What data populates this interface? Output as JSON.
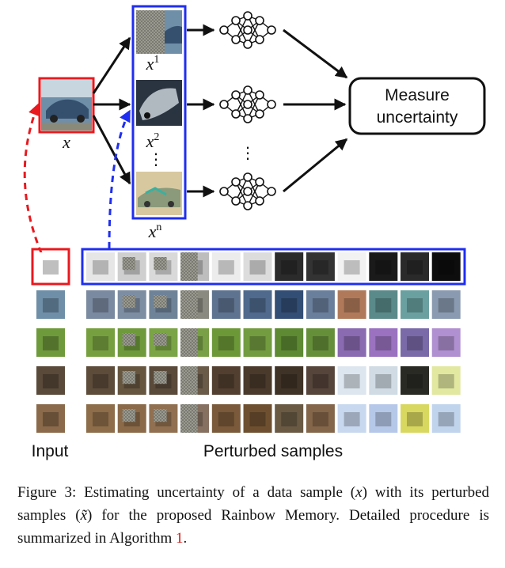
{
  "diagram": {
    "x_label": "x",
    "x1_label": "x",
    "x1_sup": "1",
    "x2_label": "x",
    "x2_sup": "2",
    "xn_label": "x",
    "xn_sup": "n",
    "vdots": "⋮",
    "measure_line1": "Measure",
    "measure_line2": "uncertainty",
    "input_label": "Input",
    "perturbed_label": "Perturbed samples"
  },
  "caption": {
    "prefix": "Figure 3: Estimating uncertainty of a data sample (",
    "var_x": "x",
    "mid1": ") with its perturbed samples (",
    "var_xtilde": "x̃",
    "mid2": ") for the proposed Rainbow Memory. Detailed procedure is summarized in Algorithm ",
    "ref": "1",
    "suffix": "."
  },
  "colors": {
    "red": "#e8191f",
    "blue": "#1f2ef0",
    "black": "#111111"
  },
  "rows": [
    {
      "name": "bird-row",
      "input": "#ffffff",
      "samples": [
        "#e6e6e6",
        "#cfcfcf",
        "#d9d9d9",
        "#bdbdbd",
        "#ececec",
        "#dcdcdc",
        "#2b2b2b",
        "#333333",
        "#f2f2f2",
        "#1a1a1a",
        "#2a2a2a",
        "#0d0d0d"
      ]
    },
    {
      "name": "car-row",
      "input": "#6f8fa8",
      "samples": [
        "#7a8aa0",
        "#7d8ea3",
        "#6f8398",
        "#8a8a80",
        "#5e7390",
        "#4f6a8c",
        "#334e74",
        "#6a7f9c",
        "#b07a5a",
        "#5a8a8a",
        "#6aa0a0",
        "#8a9ab0"
      ]
    },
    {
      "name": "deer-row",
      "input": "#6f9a3c",
      "samples": [
        "#76a040",
        "#6f9a3c",
        "#7aa445",
        "#79a046",
        "#6c9838",
        "#739c40",
        "#5d8a32",
        "#668f3a",
        "#8a6ab0",
        "#9a72c0",
        "#7a6aa8",
        "#b090d0"
      ]
    },
    {
      "name": "cat-row",
      "input": "#5a4a3a",
      "samples": [
        "#5d4c3a",
        "#66553f",
        "#5a4a3a",
        "#6a5a48",
        "#523f30",
        "#4a3a2c",
        "#3f3226",
        "#56453a",
        "#dde6ee",
        "#d0dbe4",
        "#2a2a24",
        "#e2e8a0"
      ]
    },
    {
      "name": "dog-row",
      "input": "#8a6a4a",
      "samples": [
        "#8d6d4a",
        "#8a6a48",
        "#907050",
        "#867060",
        "#7a5a3a",
        "#6e5030",
        "#6a5a44",
        "#84664a",
        "#c8d8ee",
        "#b6c8e8",
        "#d8d860",
        "#c0d4ec"
      ]
    }
  ]
}
